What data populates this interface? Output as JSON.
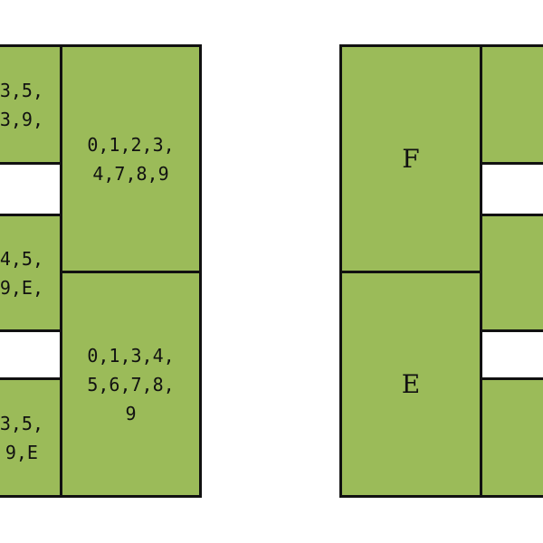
{
  "left_block": {
    "top_fragment": "3,5,\n3,9,",
    "mid_fragment": "4,5,\n9,E,",
    "bot_fragment": "3,5,\n9,E",
    "right_top": "0,1,2,3,\n4,7,8,9",
    "right_bottom": "0,1,3,4,\n5,6,7,8,\n9"
  },
  "right_block": {
    "left_top": "F",
    "left_bottom": "E"
  },
  "colors": {
    "cell_fill": "#9bbb59",
    "border": "#111111",
    "background": "#ffffff"
  }
}
